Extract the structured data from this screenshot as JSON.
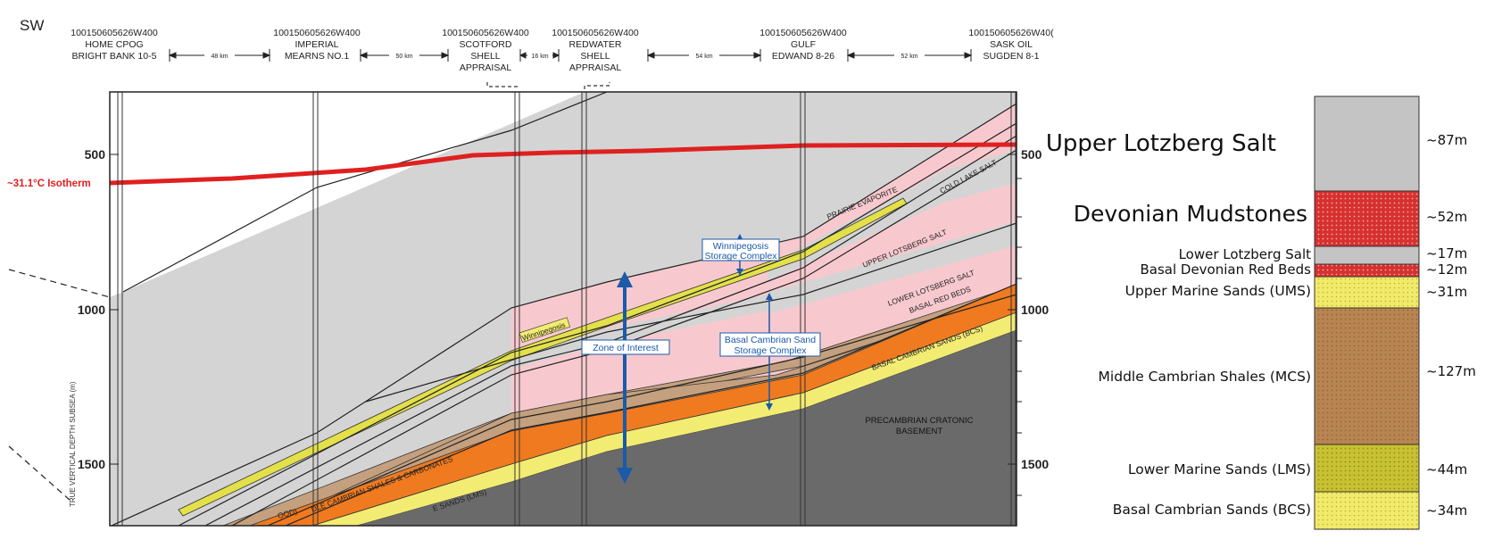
{
  "cross_section": {
    "direction_label": "SW",
    "wells": [
      {
        "uwi": "100150605626W400",
        "name_line1": "HOME CPOG",
        "name_line2": "BRIGHT BANK 10-5",
        "name_line3": ""
      },
      {
        "uwi": "100150605626W400",
        "name_line1": "IMPERIAL",
        "name_line2": "MEARNS NO.1",
        "name_line3": ""
      },
      {
        "uwi": "100150605626W400",
        "name_line1": "SCOTFORD",
        "name_line2": "SHELL",
        "name_line3": "APPRAISAL"
      },
      {
        "uwi": "100150605626W400",
        "name_line1": "REDWATER",
        "name_line2": "SHELL",
        "name_line3": "APPRAISAL"
      },
      {
        "uwi": "100150605626W400",
        "name_line1": "GULF",
        "name_line2": "EDWAND 8-26",
        "name_line3": ""
      },
      {
        "uwi": "100150605626W40(",
        "name_line1": "SASK OIL",
        "name_line2": "SUGDEN 8-1",
        "name_line3": ""
      }
    ],
    "spacings": [
      "48 km",
      "50 km",
      "16 km",
      "54 km",
      "52 km"
    ],
    "depth_axis": {
      "label": "TRUE VERTICAL DEPTH SUBSEA (m)",
      "ticks_left": [
        "500",
        "1000",
        "1500"
      ],
      "ticks_right": [
        "500",
        "1000",
        "1500"
      ]
    },
    "isotherm": {
      "label": "~31.1°C Isotherm",
      "color": "#e02020"
    },
    "formation_labels": {
      "prairie": "PRAIRIE EVAPORITE",
      "cold_lake": "COLD LAKE SALT",
      "upper_lotsberg": "UPPER LOTSBERG SALT",
      "lower_lotsberg": "LOWER LOTSBERG SALT",
      "basal_red": "BASAL RED BEDS",
      "basal_cambrian": "BASAL CAMBRIAN SANDS (BCS)",
      "winnipegosis": "Winnipegosis",
      "middle_cambrian": "DLE CAMBRIAN SHALES & CARBONATES",
      "lms": "E SANDS (LMS)",
      "wood": "OOD)",
      "precambrian_1": "PRECAMBRIAN CRATONIC",
      "precambrian_2": "BASEMENT"
    },
    "callouts": {
      "zone_of_interest": "Zone of Interest",
      "winnipegosis_line1": "Winnipegosis",
      "winnipegosis_line2": "Storage Complex",
      "bcs_line1": "Basal Cambrian Sand",
      "bcs_line2": "Storage Complex"
    },
    "colors": {
      "evaporite_grey": "#d4d4d4",
      "salt_pink": "#f7c9cf",
      "winnipegosis_yellow": "#e3e04a",
      "shale_brown": "#c4a07e",
      "red_beds_orange": "#ef7a20",
      "bcs_yellow": "#f3ec72",
      "basement_grey": "#6a6a6a",
      "callout_blue": "#1a5aa8"
    }
  },
  "stratigraphic_column": {
    "units": [
      {
        "name": "Upper Lotzberg Salt",
        "thickness": "~87m",
        "color": "#c4c4c4",
        "pattern": "none"
      },
      {
        "name": "Devonian Mudstones",
        "thickness": "~52m",
        "color": "#d63030",
        "pattern": "red-dots"
      },
      {
        "name": "Lower Lotzberg Salt",
        "thickness": "~17m",
        "color": "#c4c4c4",
        "pattern": "none"
      },
      {
        "name": "Basal Devonian Red Beds",
        "thickness": "~12m",
        "color": "#d63030",
        "pattern": "red-dots"
      },
      {
        "name": "Upper Marine Sands (UMS)",
        "thickness": "~31m",
        "color": "#f2ea6a",
        "pattern": "yellow-dots"
      },
      {
        "name": "Middle Cambrian Shales (MCS)",
        "thickness": "~127m",
        "color": "#b88552",
        "pattern": "brown-dots"
      },
      {
        "name": "Lower Marine Sands (LMS)",
        "thickness": "~44m",
        "color": "#c8c233",
        "pattern": "olive-dots"
      },
      {
        "name": "Basal Cambrian Sands (BCS)",
        "thickness": "~34m",
        "color": "#f2ea6a",
        "pattern": "yellow-dots"
      }
    ]
  }
}
